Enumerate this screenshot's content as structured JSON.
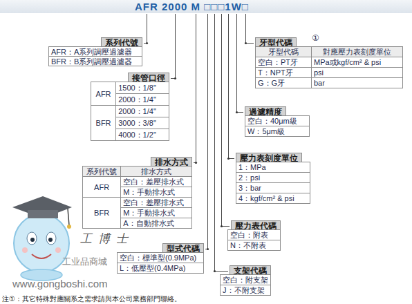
{
  "diagram": {
    "title": "AFR 2000 M □□□1W□",
    "nodes": [
      {
        "text": [
          "系列代號",
          "AFR：A系列調壓過濾器",
          "BFR：B系列調壓過濾器"
        ]
      },
      {
        "text": [
          "接管口徑",
          "AFR",
          "1500：1/8\"",
          "2000：1/4\"",
          "BFR",
          "2000：1/4\"",
          "3000：3/8\"",
          "4000：1/2\""
        ]
      },
      {
        "text": [
          "排水方式",
          "系列代號",
          "排水方式",
          "AFR",
          "空白：差壓排水式",
          "M：手動排水式",
          "BFR",
          "空白：差壓排水式",
          "M：手動排水式",
          "A：自動排水式"
        ]
      },
      {
        "text": [
          "型式代碼",
          "空白：標準型(0.9MPa)",
          "L：低壓型(0.4MPa)"
        ]
      },
      {
        "text": [
          "支架代碼",
          "空白：附支架",
          "J：不附支架"
        ]
      },
      {
        "text": [
          "壓力表代碼",
          "空白：附表",
          "N：不附表"
        ]
      },
      {
        "text": [
          "壓力表刻度單位",
          "1：MPa",
          "2：psi",
          "3：bar",
          "4：kgf/cm² & psi"
        ]
      },
      {
        "text": [
          "過濾精度",
          "空白：40μm級",
          "W：5μm級"
        ]
      },
      {
        "text": [
          "牙型代碼",
          "牙型代碼",
          "對應壓力表刻度單位",
          "空白：PT牙",
          "MPa或kgf/cm² & psi",
          "T：NPT牙",
          "psi",
          "G：G牙",
          "bar"
        ]
      }
    ],
    "edges": [],
    "labels": [
      "①",
      "工博士",
      "®",
      "工业品商城",
      "www.gongboshi.com",
      "注①：其它特殊對應關系之需求請與本公司業務部門聯絡。"
    ]
  }
}
